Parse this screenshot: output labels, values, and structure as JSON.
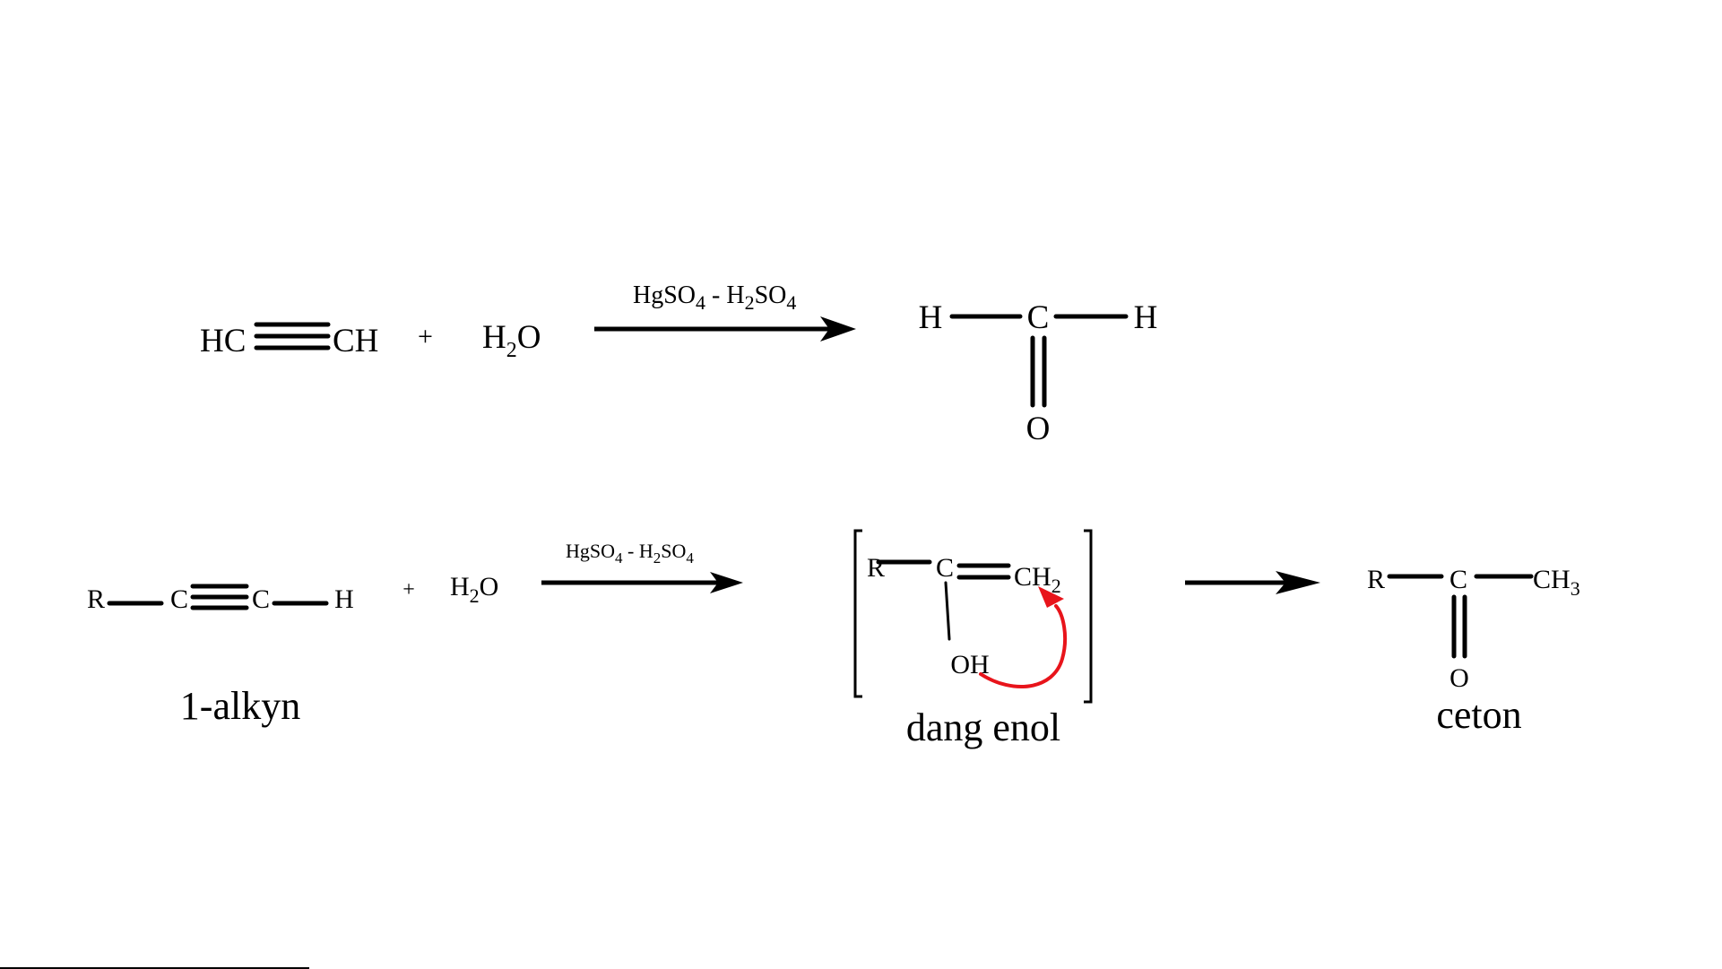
{
  "colors": {
    "ink": "#000000",
    "curved_arrow": "#e8141b",
    "background": "#ffffff"
  },
  "reaction1": {
    "reactant1": {
      "left": "HC",
      "bond": "triple",
      "right": "CH"
    },
    "plus": "+",
    "reactant2": {
      "main": "H",
      "sub": "2",
      "tail": "O"
    },
    "conditions": {
      "a": "HgSO",
      "a_sub": "4",
      "sep": " - H",
      "b_sub": "2",
      "b": "SO",
      "b_sub2": "4"
    },
    "product": {
      "left": "H",
      "center": "C",
      "right": "H",
      "bottom": "O"
    }
  },
  "reaction2": {
    "reactant1": {
      "r": "R",
      "c1": "C",
      "c2": "C",
      "h": "H",
      "label": "1-alkyn"
    },
    "plus": "+",
    "reactant2": {
      "main": "H",
      "sub": "2",
      "tail": "O"
    },
    "conditions": {
      "a": "HgSO",
      "a_sub": "4",
      "sep": " - H",
      "b_sub": "2",
      "b": "SO",
      "b_sub2": "4"
    },
    "intermediate": {
      "r": "R",
      "c": "C",
      "ch": "CH",
      "ch_sub": "2",
      "oh": "OH",
      "label": "dang enol"
    },
    "product": {
      "r": "R",
      "c": "C",
      "ch": "CH",
      "ch_sub": "3",
      "o": "O",
      "label": "ceton"
    }
  }
}
